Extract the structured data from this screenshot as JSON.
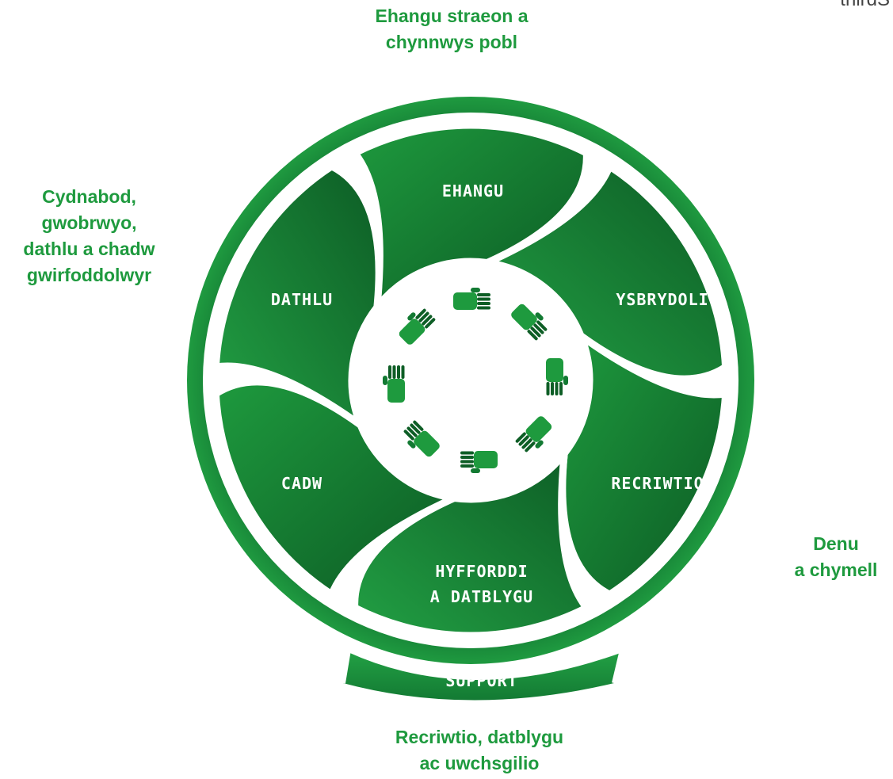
{
  "corner_text": "thirdS",
  "outer_labels": {
    "top": [
      "Ehangu straeon a",
      "chynnwys pobl"
    ],
    "left": [
      "Cydnabod,",
      "gwobrwyo,",
      "dathlu a chadw",
      "gwirfoddolwyr"
    ],
    "right": [
      "Denu",
      "a chymell"
    ],
    "bottom": [
      "Recriwtio, datblygu",
      "ac uwchsgilio"
    ]
  },
  "segments": {
    "ehangu": "EHANGU",
    "ysbrydoli": "YSBRYDOLI",
    "recriwtio": "RECRIWTIO",
    "hyfforddi_line1": "HYFFORDDI",
    "hyfforddi_line2": "A DATBLYGU",
    "cadw": "CADW",
    "dathlu": "DATHLU"
  },
  "support_label": "SUPPORT",
  "center_icon": "circle-of-hands-icon",
  "colors": {
    "primary_green": "#1e9a3e",
    "dark_green": "#0e5e26",
    "text_green": "#1e9a3e",
    "white": "#ffffff"
  }
}
